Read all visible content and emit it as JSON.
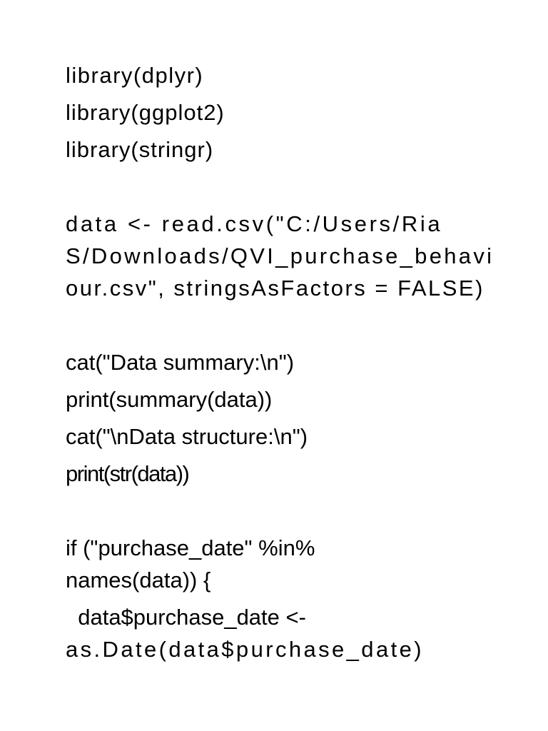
{
  "page": {
    "background_color": "#ffffff",
    "text_color": "#000000",
    "language": "R"
  },
  "code": {
    "lines": [
      {
        "text": "library(dplyr)"
      },
      {
        "text": "library(ggplot2)"
      },
      {
        "text": "library(stringr)"
      },
      {
        "text": ""
      },
      {
        "text": "data <- read.csv(\"C:/Users/Ria"
      },
      {
        "text": "S/Downloads/QVI_purchase_behavi"
      },
      {
        "text": "our.csv\", stringsAsFactors = FALSE)"
      },
      {
        "text": ""
      },
      {
        "text": "cat(\"Data summary:\\n\")"
      },
      {
        "text": "print(summary(data))"
      },
      {
        "text": "cat(\"\\nData structure:\\n\")"
      },
      {
        "text": "print(str(data))"
      },
      {
        "text": ""
      },
      {
        "text": "if (\"purchase_date\" %in%"
      },
      {
        "text": "names(data)) {"
      },
      {
        "text": "  data$purchase_date <-"
      },
      {
        "text": "as.Date(data$purchase_date)"
      }
    ]
  }
}
